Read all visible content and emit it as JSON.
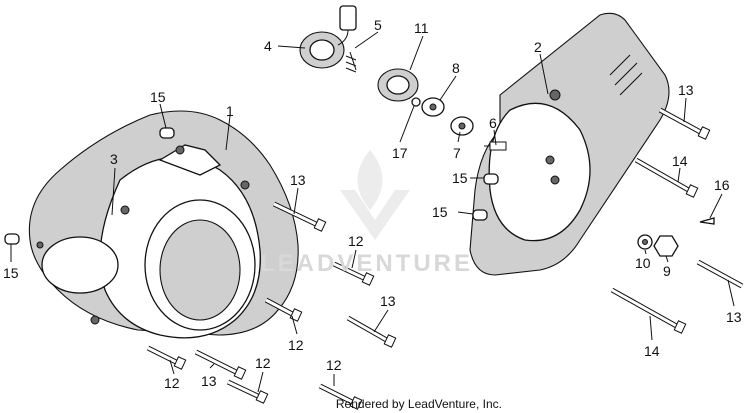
{
  "watermark": "LEADVENTURE",
  "credit": "Rendered by LeadVenture, Inc.",
  "callouts": {
    "c1": "1",
    "c2": "2",
    "c3": "3",
    "c4": "4",
    "c5": "5",
    "c6": "6",
    "c7": "7",
    "c8": "8",
    "c9": "9",
    "c10": "10",
    "c11": "11",
    "c12a": "12",
    "c12b": "12",
    "c12c": "12",
    "c12d": "12",
    "c13a": "13",
    "c13b": "13",
    "c13c": "13",
    "c13d": "13",
    "c13e": "13",
    "c14a": "14",
    "c14b": "14",
    "c15a": "15",
    "c15b": "15",
    "c15c": "15",
    "c15d": "15",
    "c16": "16",
    "c17": "17"
  }
}
